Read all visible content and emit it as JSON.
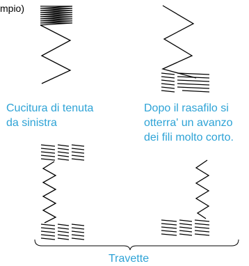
{
  "corner_text": "mpio)",
  "captions": {
    "left": [
      "Cucitura di tenuta",
      "da sinistra"
    ],
    "right": [
      "Dopo il rasafilo si",
      "otterra' un avanzo",
      "dei fili molto corto."
    ],
    "bracket": "Travette"
  },
  "colors": {
    "caption": "#2ea3d6",
    "stitch": "#000000"
  }
}
